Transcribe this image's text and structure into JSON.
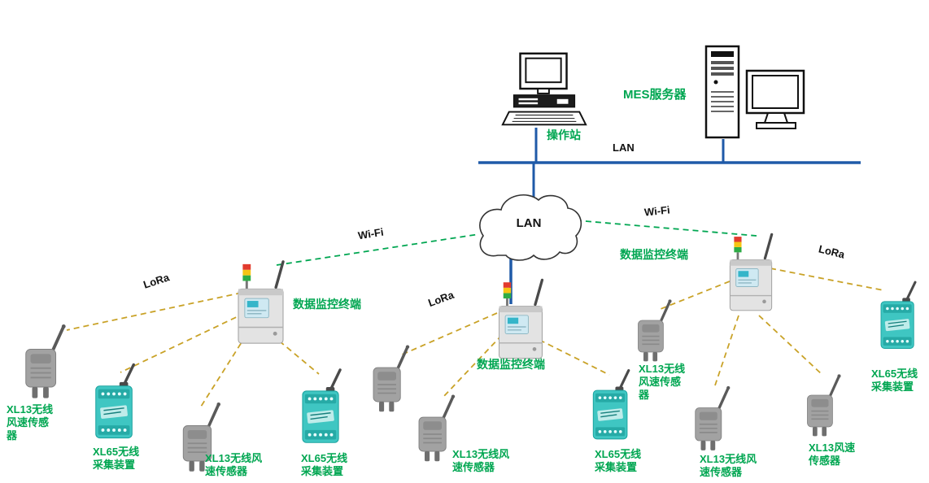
{
  "colors": {
    "green": "#00A651",
    "blue": "#1F5AA8",
    "lora_gold": "#C9A227",
    "device_teal": "#3FC6C2",
    "device_gray": "#A2A2A2"
  },
  "backbone": {
    "lan_label": "LAN",
    "operator_station": "操作站",
    "mes_server": "MES服务器"
  },
  "cloud": {
    "label": "LAN"
  },
  "link_labels": {
    "wifi_left": "Wi-Fi",
    "wifi_right": "Wi-Fi",
    "lora_left": "LoRa",
    "lora_middle": "LoRa",
    "lora_right": "LoRa"
  },
  "terminals": {
    "left": "数据监控终端",
    "middle": "数据监控终端",
    "right": "数据监控终端"
  },
  "device_labels": {
    "l1": "XL13无线\n风速传感\n器",
    "l2": "XL65无线\n采集装置",
    "l3": "XL13无线风\n速传感器",
    "l4": "XL65无线\n采集装置",
    "m1": "XL13无线风\n速传感器",
    "m2": "XL65无线\n采集装置",
    "r1": "XL13无线\n风速传感\n器",
    "r2": "XL13无线风\n速传感器",
    "r3": "XL13风速\n传感器",
    "r4": "XL65无线\n采集装置"
  },
  "icons": {
    "sensor": "wind-speed-sensor-icon",
    "collector": "xl65-collector-icon",
    "terminal": "data-monitor-terminal-icon",
    "workstation": "operator-workstation-icon",
    "server": "mes-server-icon",
    "cloud": "lan-cloud-shape"
  }
}
